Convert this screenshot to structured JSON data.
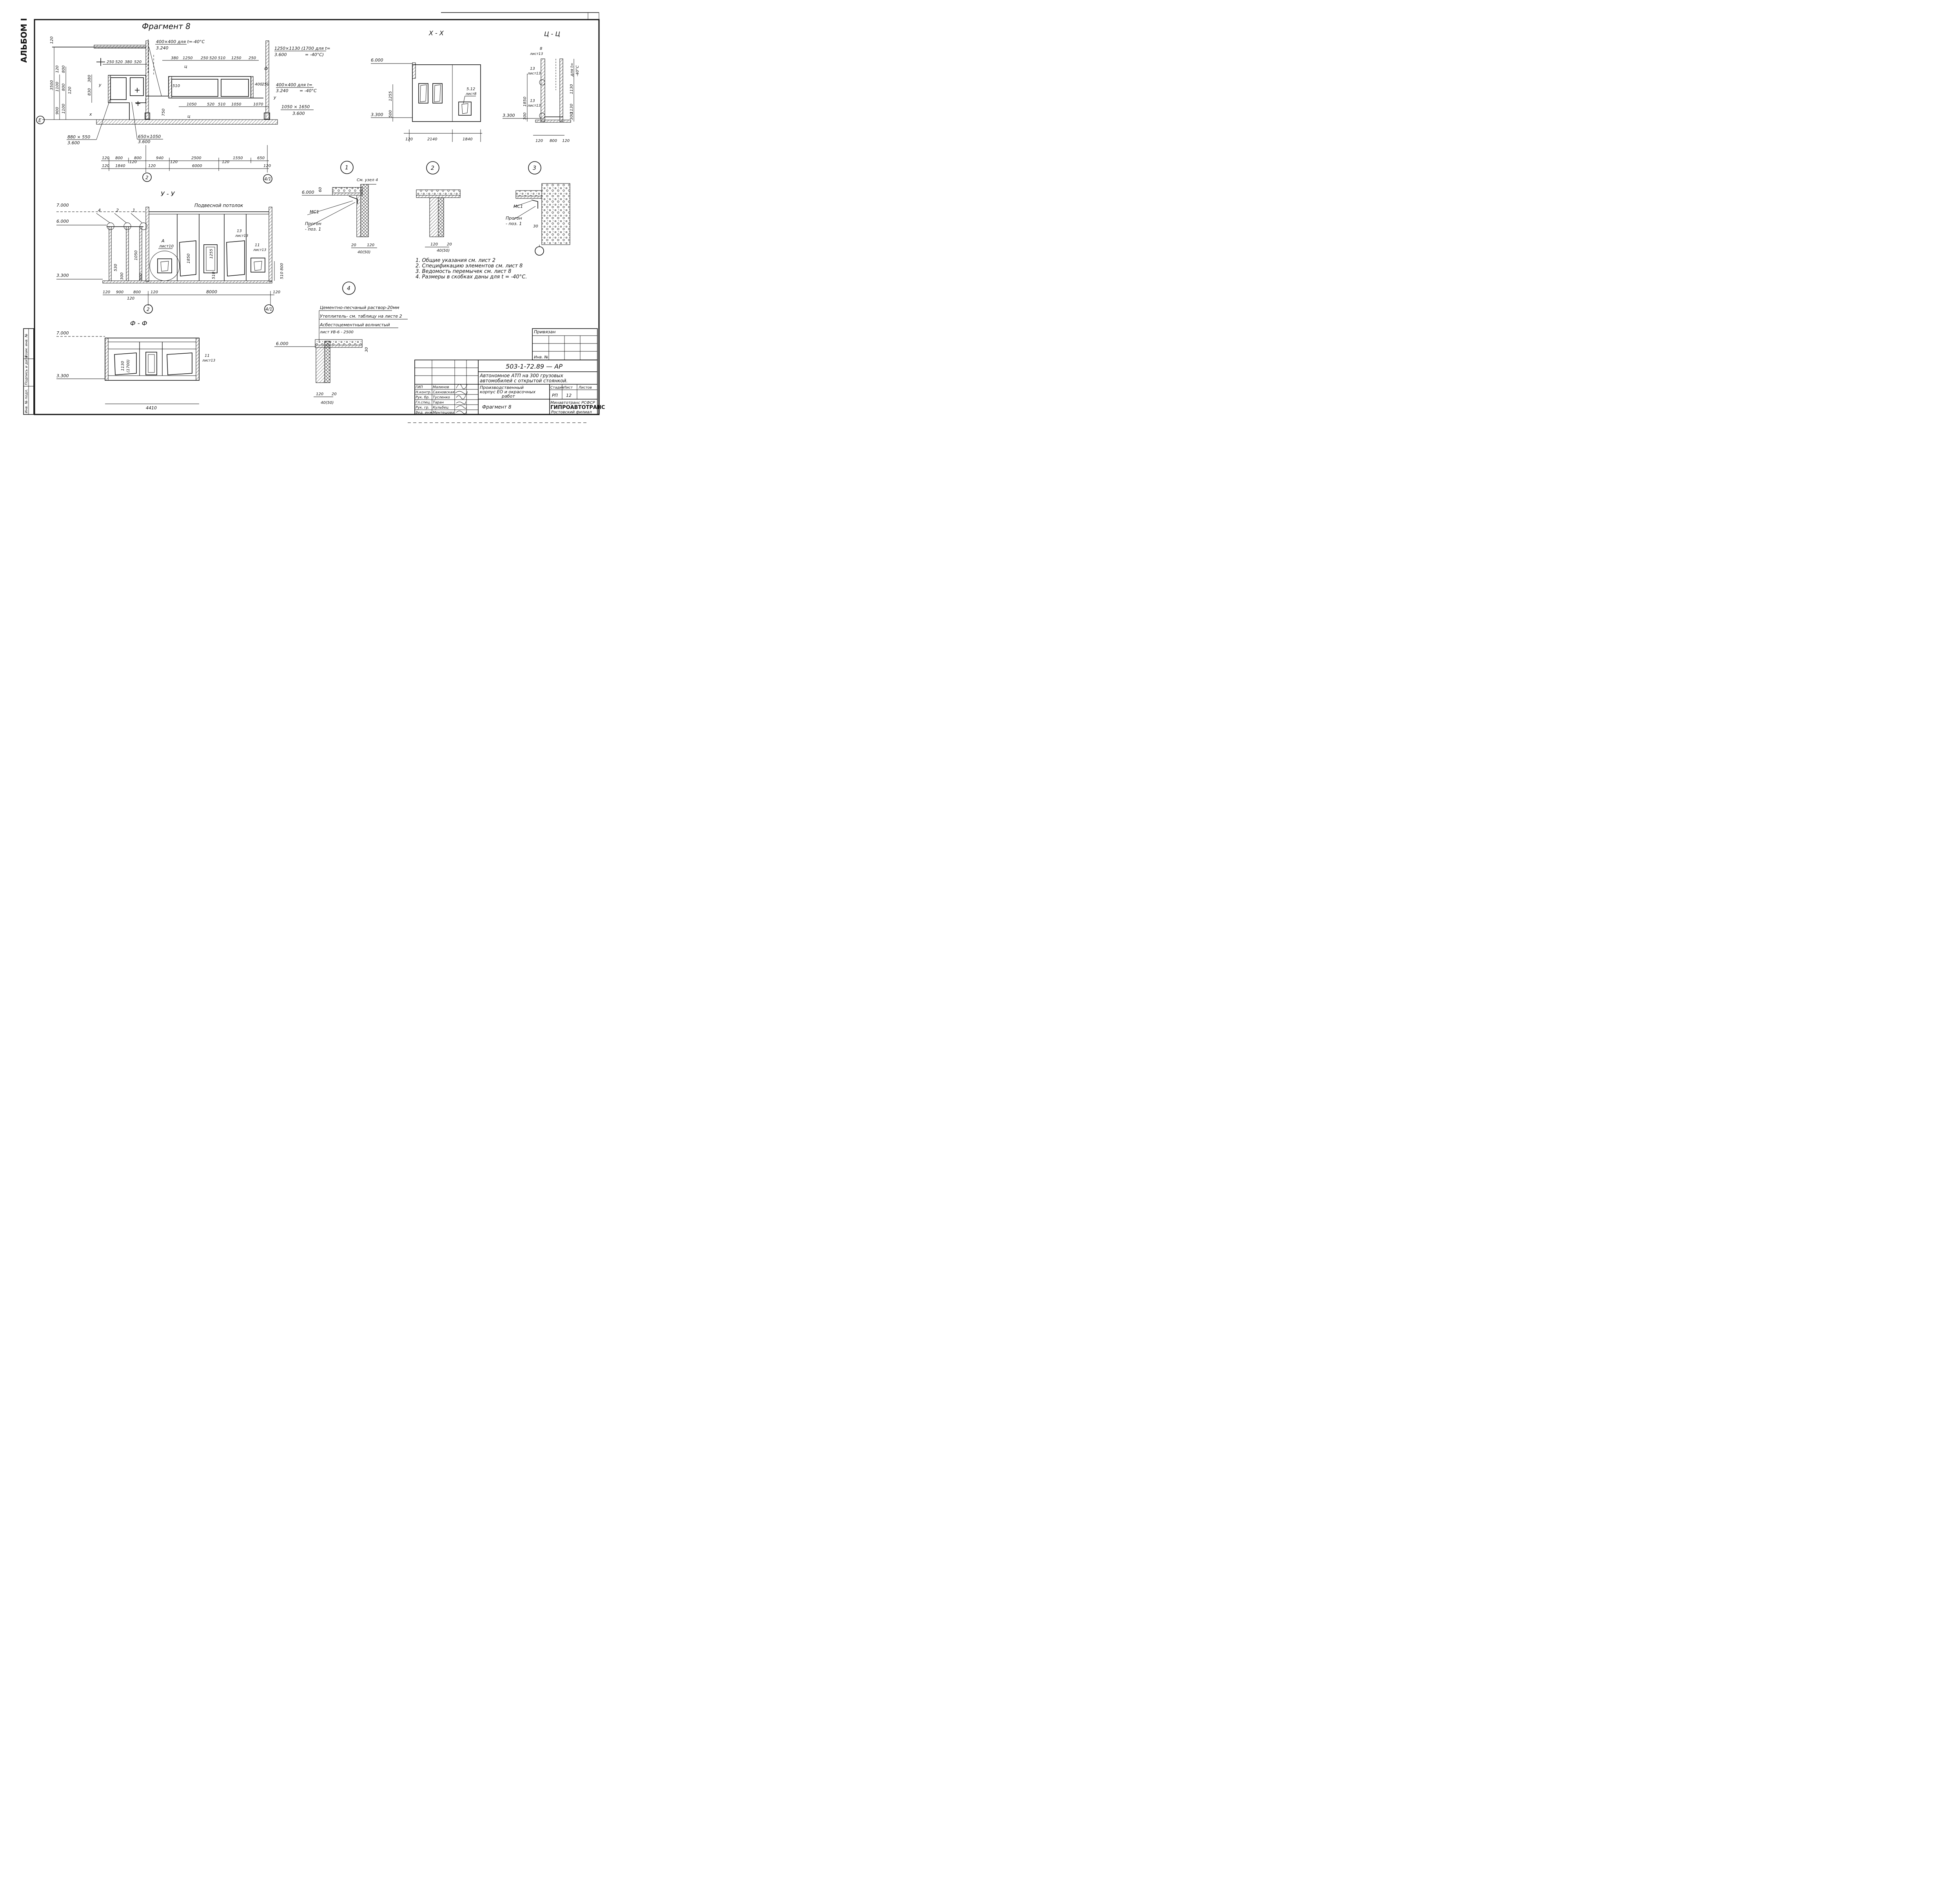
{
  "album_label": "АЛЬБОМ I",
  "fragment_title": "Фрагмент 8",
  "plan": {
    "notes": {
      "win_400_t": "400×400 для t=-40°С",
      "win_400_t_level": "3.240",
      "win_1250": "1250×1130 (1700 для t=",
      "win_1250_level": "3.600",
      "win_1250_suffix": "= -40°С)",
      "win_400_b": "400×400 для t=",
      "win_400_b_level": "3.240",
      "win_400_b_suffix": "= -40°С",
      "door_1050": "1050 × 1650",
      "door_1050_level": "3.600",
      "opening_880": "880 × 550",
      "opening_880_level": "3.600",
      "opening_650": "650×1050",
      "opening_650_level": "3.600"
    },
    "top_dims": [
      "250",
      "520",
      "380",
      "520",
      "380",
      "1250",
      "250",
      "520",
      "510",
      "1250",
      "250"
    ],
    "mid_dims": [
      "1050",
      "520",
      "510",
      "1050",
      "1070"
    ],
    "small_dims": [
      "510",
      "400",
      "250",
      "750"
    ],
    "left_dims": [
      "3500",
      "120",
      "900",
      "1100",
      "800",
      "1100",
      "120",
      "800",
      "120",
      "830",
      "380"
    ],
    "bottom_row1": [
      "120",
      "800",
      "120",
      "800",
      "940",
      "120",
      "2500",
      "120",
      "1550",
      "650"
    ],
    "bottom_row2": [
      "120",
      "1840",
      "6000",
      "120",
      "120"
    ],
    "axes": {
      "left": "Е",
      "a2": "2",
      "a41": "4/1"
    },
    "section_marks": {
      "x": "х",
      "u": "ц",
      "f": "ф",
      "y": "у"
    }
  },
  "section_xx": {
    "title": "Х - Х",
    "level_top": "6.000",
    "level_bottom": "3.300",
    "dims_v": [
      "1255",
      "500"
    ],
    "dims_h": [
      "120",
      "2140",
      "1840"
    ],
    "callout": "5.12",
    "callout_sheet": "лист8"
  },
  "section_cc": {
    "title": "Ц - Ц",
    "note_top": "8",
    "note_top_sheet": "лист13",
    "callout_a": "13",
    "callout_a_sheet": "лист13",
    "callout_b": "13",
    "callout_b_sheet": "лист13",
    "label_t": "для t=",
    "label_t2": "-40°С",
    "level": "3.300",
    "dims_v": [
      "1850",
      "300",
      "1130",
      "1130",
      "300"
    ],
    "dims_h": [
      "120",
      "800",
      "120"
    ]
  },
  "section_yy": {
    "title": "У - У",
    "ceiling": "Подвесной потолок",
    "level_top": "7.000",
    "level_mid": "6.000",
    "level_bottom": "3.300",
    "callouts": [
      "4",
      "2",
      "1"
    ],
    "callout_a": "А",
    "callout_a_sheet": "лист10",
    "callout_13": "13",
    "callout_13_sheet": "лист13",
    "callout_11": "11",
    "callout_11_sheet": "лист13",
    "dims_v": [
      "530",
      "300",
      "1050",
      "300",
      "1850",
      "1255",
      "510",
      "800",
      "510"
    ],
    "dims_h": [
      "120",
      "900",
      "800",
      "120",
      "8000",
      "120"
    ],
    "axes": [
      "2",
      "4/1"
    ],
    "small_120": "120"
  },
  "section_ff": {
    "title": "Ф - Ф",
    "level_top": "7.000",
    "level_bottom": "3.300",
    "dims_v": [
      "1130",
      "(1700)"
    ],
    "dim_h": "4410",
    "callout": "11",
    "callout_sheet": "лист13"
  },
  "nodes": {
    "n1": {
      "label": "1",
      "ref": "См. узел 4",
      "level": "6.000",
      "mc": "МС1",
      "purlin": "Прогон",
      "purlin_pos": "- поз. 1",
      "dims": [
        "20",
        "120",
        "40(50)"
      ],
      "dim_v": "60"
    },
    "n2": {
      "label": "2",
      "dims": [
        "120",
        "20",
        "40(50)"
      ]
    },
    "n3": {
      "label": "3",
      "mc": "МС1",
      "purlin": "Прогон",
      "purlin_pos": "- поз. 1",
      "dim": "30"
    },
    "n4": {
      "label": "4",
      "layer1": "Цементно-песчаный раствор-20мм",
      "layer2": "Утеплитель- см. таблицу на листе 2",
      "layer3": "Асбестоцементный волнистый",
      "layer3b": "лист УВ-6 - 2500",
      "level": "6.000",
      "dims": [
        "120",
        "20",
        "40(50)"
      ],
      "dim_v": "30"
    }
  },
  "general_notes": [
    "1. Общие указания см. лист 2",
    "2. Спецификацию элементов см. лист 8",
    "3. Ведомость перемычек    см. лист 8",
    "4. Размеры в скобках    даны для t = -40°С."
  ],
  "stamp": {
    "linked": "Привязан",
    "inv": "Инв. №",
    "code": "503-1-72.89 — АР",
    "project_line1": "Автономное АТП на 300 грузовых",
    "project_line2": "автомобилей с открытой стоянкой.",
    "building_line1": "Производственный",
    "building_line2": "корпус ЕО и окрасочных",
    "building_line3": "работ",
    "sheet_title": "Фрагмент 8",
    "stage_h": "Стадия",
    "sheet_h": "Лист",
    "sheets_h": "Листов",
    "stage": "РП",
    "sheet": "12",
    "org1": "Минавтотранс РСФСР",
    "org2": "ГИПРОАВТОТРАНС",
    "org3": "Ростовский филиал",
    "roles": [
      {
        "role": "ГИП",
        "name": "Малинов"
      },
      {
        "role": "Н.контр.",
        "name": "Сахновская"
      },
      {
        "role": "Рук. бр.",
        "name": "Тусленко"
      },
      {
        "role": "Гл.спец.",
        "name": "Таран"
      },
      {
        "role": "Рук. гр.",
        "name": "Кульбец"
      },
      {
        "role": "Вед. инж.",
        "name": "Ментешова"
      }
    ]
  },
  "side_strip": [
    "Инв. № подл.",
    "Подпись и дата",
    "Взам. инв. №"
  ]
}
